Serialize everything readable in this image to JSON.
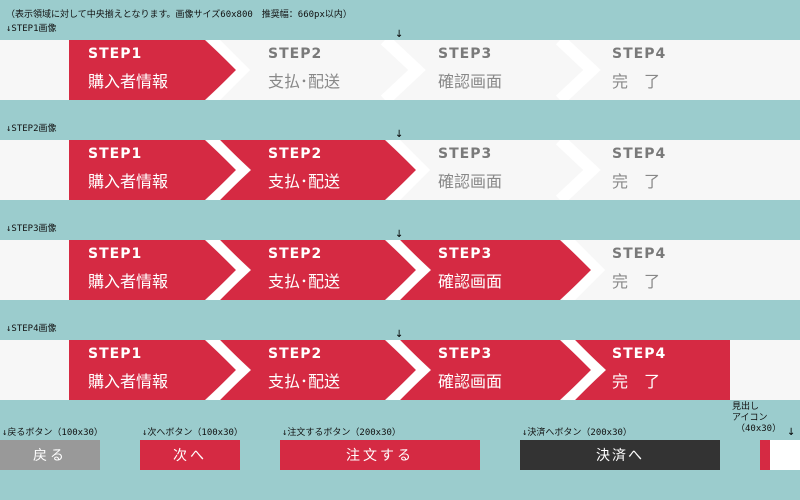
{
  "top_note": "（表示領域に対して中央揃えとなります。画像サイズ60x800　推奨幅：660px以内）",
  "rows": [
    {
      "caption": "↓STEP1画像",
      "active": 1
    },
    {
      "caption": "↓STEP2画像",
      "active": 2
    },
    {
      "caption": "↓STEP3画像",
      "active": 3
    },
    {
      "caption": "↓STEP4画像",
      "active": 4
    }
  ],
  "center_marker": "↓",
  "steps": [
    {
      "num": "STEP1",
      "name": "購入者情報"
    },
    {
      "num": "STEP2",
      "name": "支払･配送"
    },
    {
      "num": "STEP3",
      "name": "確認画面"
    },
    {
      "num": "STEP4",
      "name": "完　了"
    }
  ],
  "buttons": {
    "back": {
      "caption": "↓戻るボタン（100x30）",
      "label": "戻る"
    },
    "next": {
      "caption": "↓次へボタン（100x30）",
      "label": "次へ"
    },
    "order": {
      "caption": "↓注文するボタン（200x30）",
      "label": "注文する"
    },
    "pay": {
      "caption": "↓決済へボタン（200x30）",
      "label": "決済へ"
    }
  },
  "heading_icon": {
    "caption_line1": "見出し",
    "caption_line2": "アイコン",
    "caption_line3": "（40x30）",
    "arrow": "↓"
  },
  "colors": {
    "background": "#9bcccd",
    "active": "#d52a43",
    "inactive_bg": "#f7f7f7",
    "chevron_separator": "#ffffff",
    "back_button": "#999999",
    "pay_button": "#333333"
  }
}
